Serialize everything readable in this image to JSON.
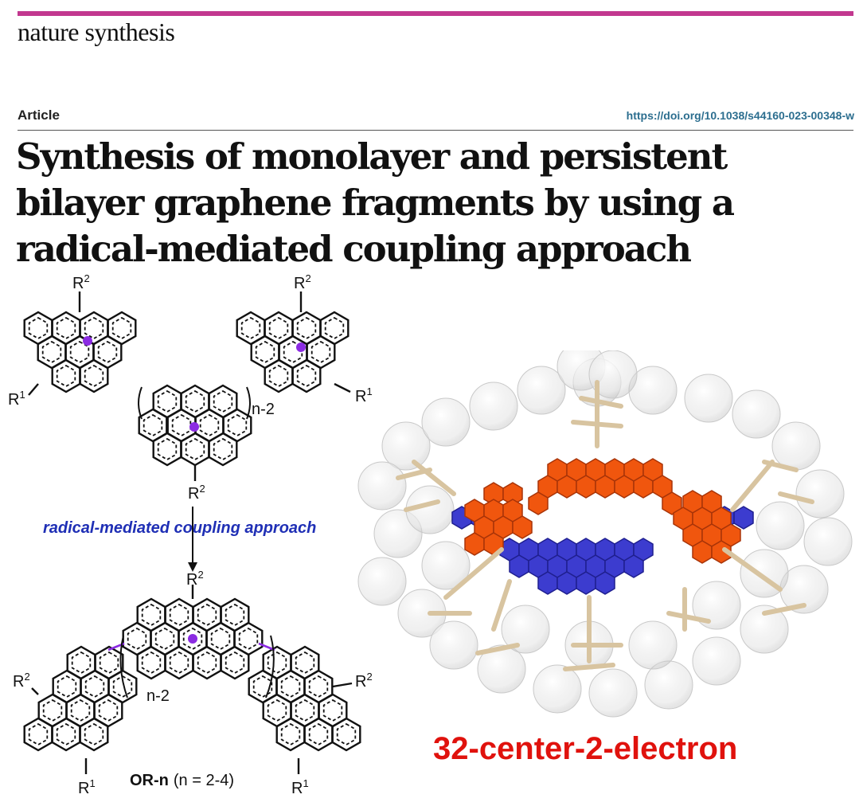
{
  "header": {
    "journal": "nature synthesis",
    "article_type": "Article",
    "doi": "https://doi.org/10.1038/s44160-023-00348-w"
  },
  "title_lines": [
    "Synthesis of monolayer and persistent",
    "bilayer graphene fragments by using a",
    "radical-mediated coupling approach"
  ],
  "scheme": {
    "substituent_r1": "R",
    "substituent_r1_sup": "1",
    "substituent_r2": "R",
    "substituent_r2_sup": "2",
    "repeat_label": "n-2",
    "reaction_label": "radical-mediated  coupling approach",
    "product_name": "OR-n",
    "product_range": "(n = 2-4)"
  },
  "highlight": {
    "label": "32-center-2-electron"
  },
  "colors": {
    "accent_bar": "#c2388f",
    "radical_dot": "#8b2be2",
    "reaction_text": "#1f2fb5",
    "upper_layer": "#f0560e",
    "lower_layer": "#3c3ccf",
    "label_red": "#e0120d"
  }
}
